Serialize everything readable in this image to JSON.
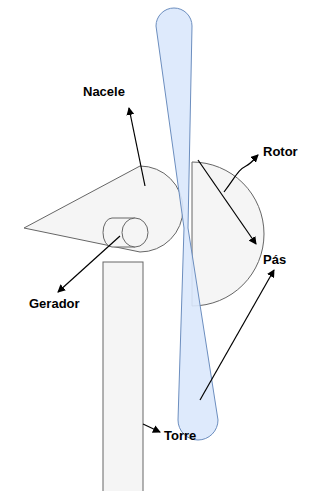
{
  "diagram": {
    "labels": [
      "Nacele",
      "Rotor",
      "Pás",
      "Gerador",
      "Torre"
    ]
  }
}
